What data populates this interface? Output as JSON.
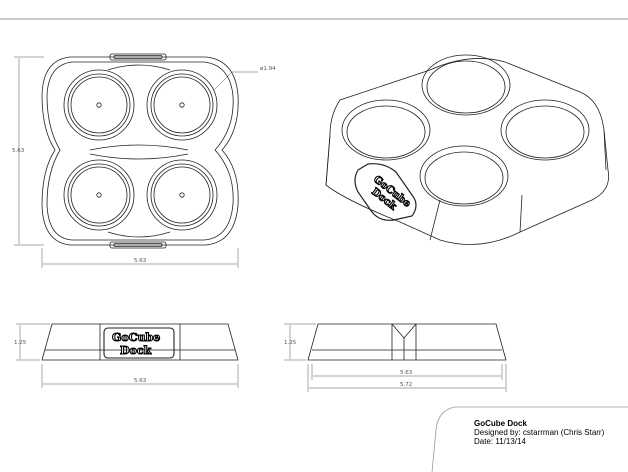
{
  "drawing": {
    "views": {
      "top": {
        "width_dim": "5.63",
        "height_dim": "5.63",
        "cup_dia_dim": "ø1.94"
      },
      "front": {
        "height_dim": "1.25",
        "width_dim": "5.63",
        "logo_line1": "GoCube",
        "logo_line2": "Dock"
      },
      "side": {
        "height_dim": "1.25",
        "inner_width_dim": "5.63",
        "overall_width_dim": "5.72"
      },
      "iso": {
        "logo_line1": "GoCube",
        "logo_line2": "Dock"
      }
    },
    "title_block": {
      "title": "GoCube Dock",
      "designer": "Designed by: cstarrman (Chris Starr)",
      "date": "Date: 11/13/14"
    }
  }
}
